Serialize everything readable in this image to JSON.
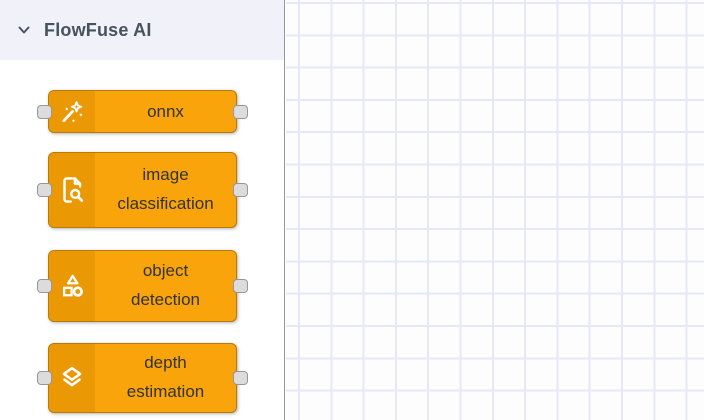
{
  "sidebar": {
    "header": {
      "title": "FlowFuse AI",
      "collapse_icon": "chevron-down"
    },
    "nodes": [
      {
        "id": "onnx",
        "icon": "wand-sparkles-icon",
        "lines": [
          "onnx"
        ]
      },
      {
        "id": "image-classification",
        "icon": "file-search-icon",
        "lines": [
          "image",
          "classification"
        ]
      },
      {
        "id": "object-detection",
        "icon": "shapes-icon",
        "lines": [
          "object",
          "detection"
        ]
      },
      {
        "id": "depth-estimation",
        "icon": "layers-icon",
        "lines": [
          "depth",
          "estimation"
        ]
      }
    ],
    "colors": {
      "node_body": "#f8a40a",
      "node_icon_region": "#ea9804",
      "header_bg": "#f1f1fa",
      "header_text": "#46525c",
      "node_text": "#333333",
      "port_fill": "#dcdcdc",
      "port_border": "#979797",
      "grid_line": "#e8e7f5"
    }
  },
  "canvas": {
    "type": "flow-editor-grid",
    "grid_visible": true,
    "content": ""
  }
}
